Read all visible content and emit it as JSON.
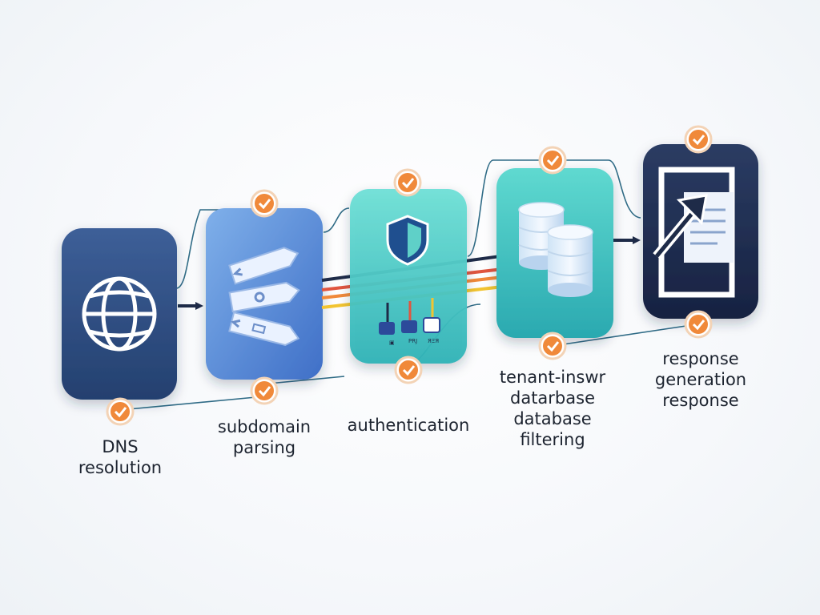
{
  "stages": [
    {
      "label": "DNS\nresolution",
      "icon": "globe-icon"
    },
    {
      "label": "subdomain\nparsing",
      "icon": "tag-stack-icon"
    },
    {
      "label": "authentication",
      "icon": "shield-icon"
    },
    {
      "label": "tenant-inswr\ndatarbase\ndatabase\nfiltering",
      "icon": "database-icon"
    },
    {
      "label": "response\ngeneration\nresponse",
      "icon": "document-arrow-icon"
    }
  ],
  "auth_mini_labels": [
    "▣",
    "PRJ",
    "ЯΞЯ"
  ],
  "colors": {
    "navy": "#2c4a7e",
    "blue": "#4d7fd1",
    "teal": "#3fc7c6",
    "dark": "#1e2b48",
    "orange": "#f0893a",
    "red": "#e0553f",
    "yellow": "#f2c431"
  },
  "badge_icon": "check-badge-icon"
}
